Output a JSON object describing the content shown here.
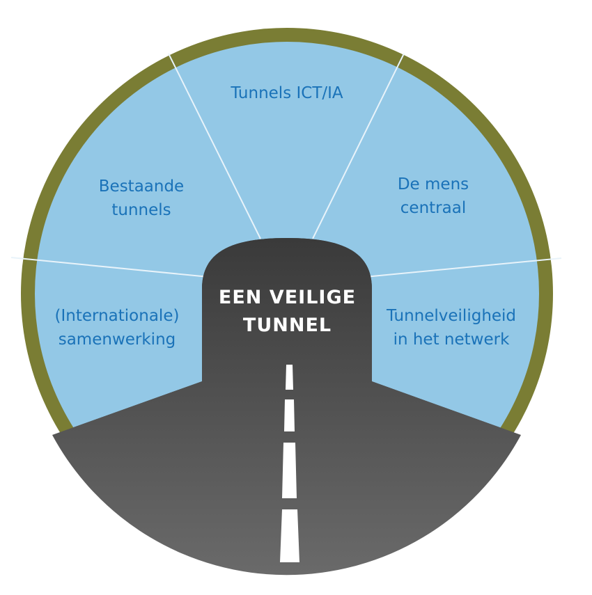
{
  "diagram": {
    "center_title": [
      "EEN VEILIGE",
      "TUNNEL"
    ],
    "segments": [
      {
        "id": "ict",
        "lines": [
          "Tunnels ICT/IA"
        ]
      },
      {
        "id": "mens",
        "lines": [
          "De mens",
          "centraal"
        ]
      },
      {
        "id": "netwerk",
        "lines": [
          "Tunnelveiligheid",
          "in het netwerk"
        ]
      },
      {
        "id": "samen",
        "lines": [
          "(Internationale)",
          "samenwerking"
        ]
      },
      {
        "id": "bestaande",
        "lines": [
          "Bestaande",
          "tunnels"
        ]
      }
    ]
  },
  "colors": {
    "ring": "#7a7d34",
    "segment_fill": "#93c8e6",
    "divider": "#e8f3fa",
    "label_text": "#1a72b8",
    "tunnel_top": "#3a3a3a",
    "tunnel_bottom": "#6a6a6a",
    "road_marking": "#ffffff"
  }
}
